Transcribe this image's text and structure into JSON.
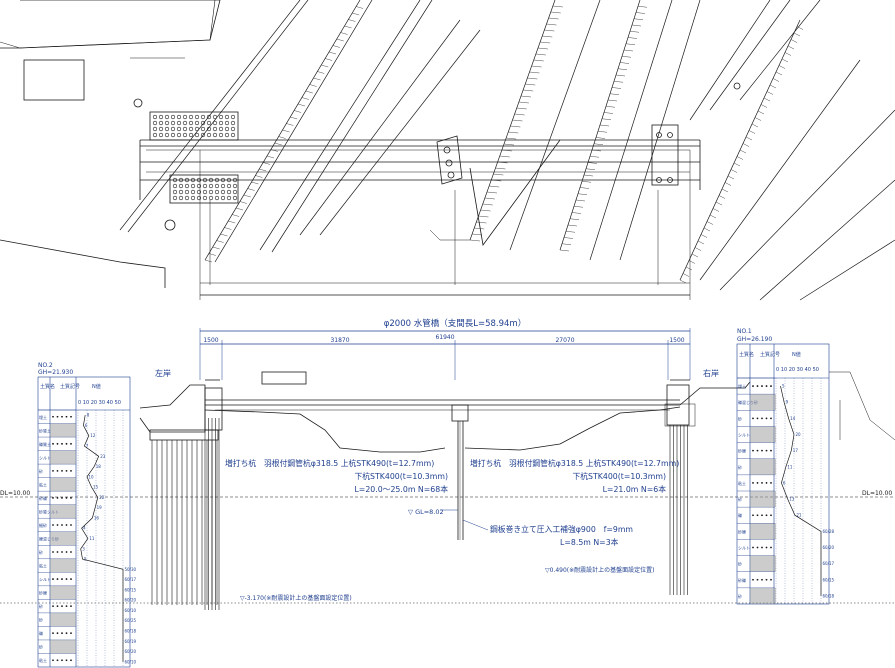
{
  "title": "φ2000 水管橋（支間長L=58.94m）",
  "dims": {
    "total": "61940",
    "left_end": "1500",
    "span1": "31870",
    "span2": "27070",
    "right_end": "1500"
  },
  "banks": {
    "left": "左岸",
    "right": "右岸"
  },
  "datum": {
    "left": "DL=10.00",
    "right": "DL=10.00"
  },
  "boring_left": {
    "name": "NO.2",
    "gh": "GH=21.930",
    "col_head_1": "土質名",
    "col_head_2": "土質記号",
    "col_head_3": "N値",
    "scale": "0 10 20 30 40 50",
    "soils": [
      "埋土",
      "砂質土",
      "礫質土",
      "シルト",
      "砂",
      "粘土",
      "砂礫",
      "砂質シルト",
      "細砂",
      "礫混じり砂",
      "砂",
      "粘土",
      "シルト",
      "砂礫",
      "砂",
      "砂",
      "礫",
      "砂",
      "粘土"
    ],
    "nvals": [
      "8",
      "6",
      "12",
      "7",
      "23",
      "18",
      "10",
      "15",
      "22",
      "19",
      "16",
      "4",
      "11",
      "3",
      "5",
      "50/30",
      "60/17",
      "60/15",
      "60/20",
      "60/10",
      "60/25",
      "60/18",
      "60/19",
      "60/20",
      "60/10"
    ]
  },
  "boring_right": {
    "name": "NO.1",
    "gh": "GH=26.190",
    "col_head_1": "土質名",
    "col_head_2": "土質記号",
    "col_head_3": "N値",
    "scale": "0 10 20 30 40 50",
    "soils": [
      "埋土",
      "礫混じり砂",
      "砂",
      "シルト",
      "砂礫",
      "砂",
      "粘土",
      "砂",
      "礫",
      "砂礫",
      "シルト",
      "砂",
      "砂礫",
      "砂"
    ],
    "nvals": [
      "5",
      "9",
      "14",
      "20",
      "17",
      "11",
      "6",
      "13",
      "21",
      "60/28",
      "60/20",
      "60/17",
      "60/15",
      "60/18"
    ]
  },
  "annotations": {
    "pile_left_1": "増打ち杭　羽根付鋼管杭φ318.5 上杭STK490(t=12.7mm)",
    "pile_left_2": "下杭STK400(t=10.3mm)",
    "pile_left_3": "L=20.0～25.0m N=68本",
    "pile_right_1": "増打ち杭　羽根付鋼管杭φ318.5 上杭STK490(t=12.7mm)",
    "pile_right_2": "下杭STK400(t=10.3mm)",
    "pile_right_3": "L=21.0m N=6本",
    "gl": "▽ GL=8.02",
    "pier_1": "鋼板巻き立て圧入工補強φ900　f=9mm",
    "pier_2": "L=8.5m N=3本",
    "design_left": "▽-3.170(※耐震設計上の基盤面設定位置)",
    "design_right": "▽0.490(※耐震設計上の基盤面設定位置)"
  }
}
